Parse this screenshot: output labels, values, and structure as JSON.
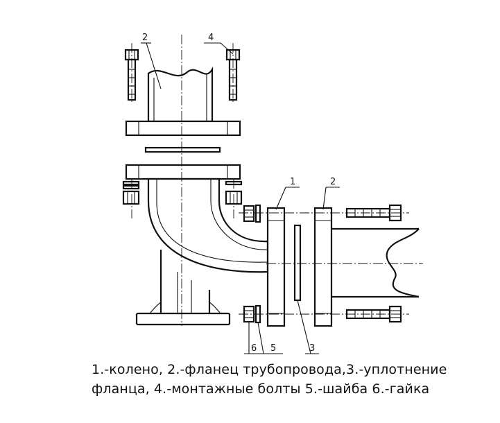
{
  "callouts": {
    "c1": "1",
    "c2_top": "2",
    "c2_right": "2",
    "c3": "3",
    "c4": "4",
    "c5": "5",
    "c6": "6"
  },
  "caption": {
    "line1": "1.-колено, 2.-фланец трубопровода,3.-уплотнение",
    "line2": "фланца, 4.-монтажные  болты  5.-шайба 6.-гайка"
  }
}
